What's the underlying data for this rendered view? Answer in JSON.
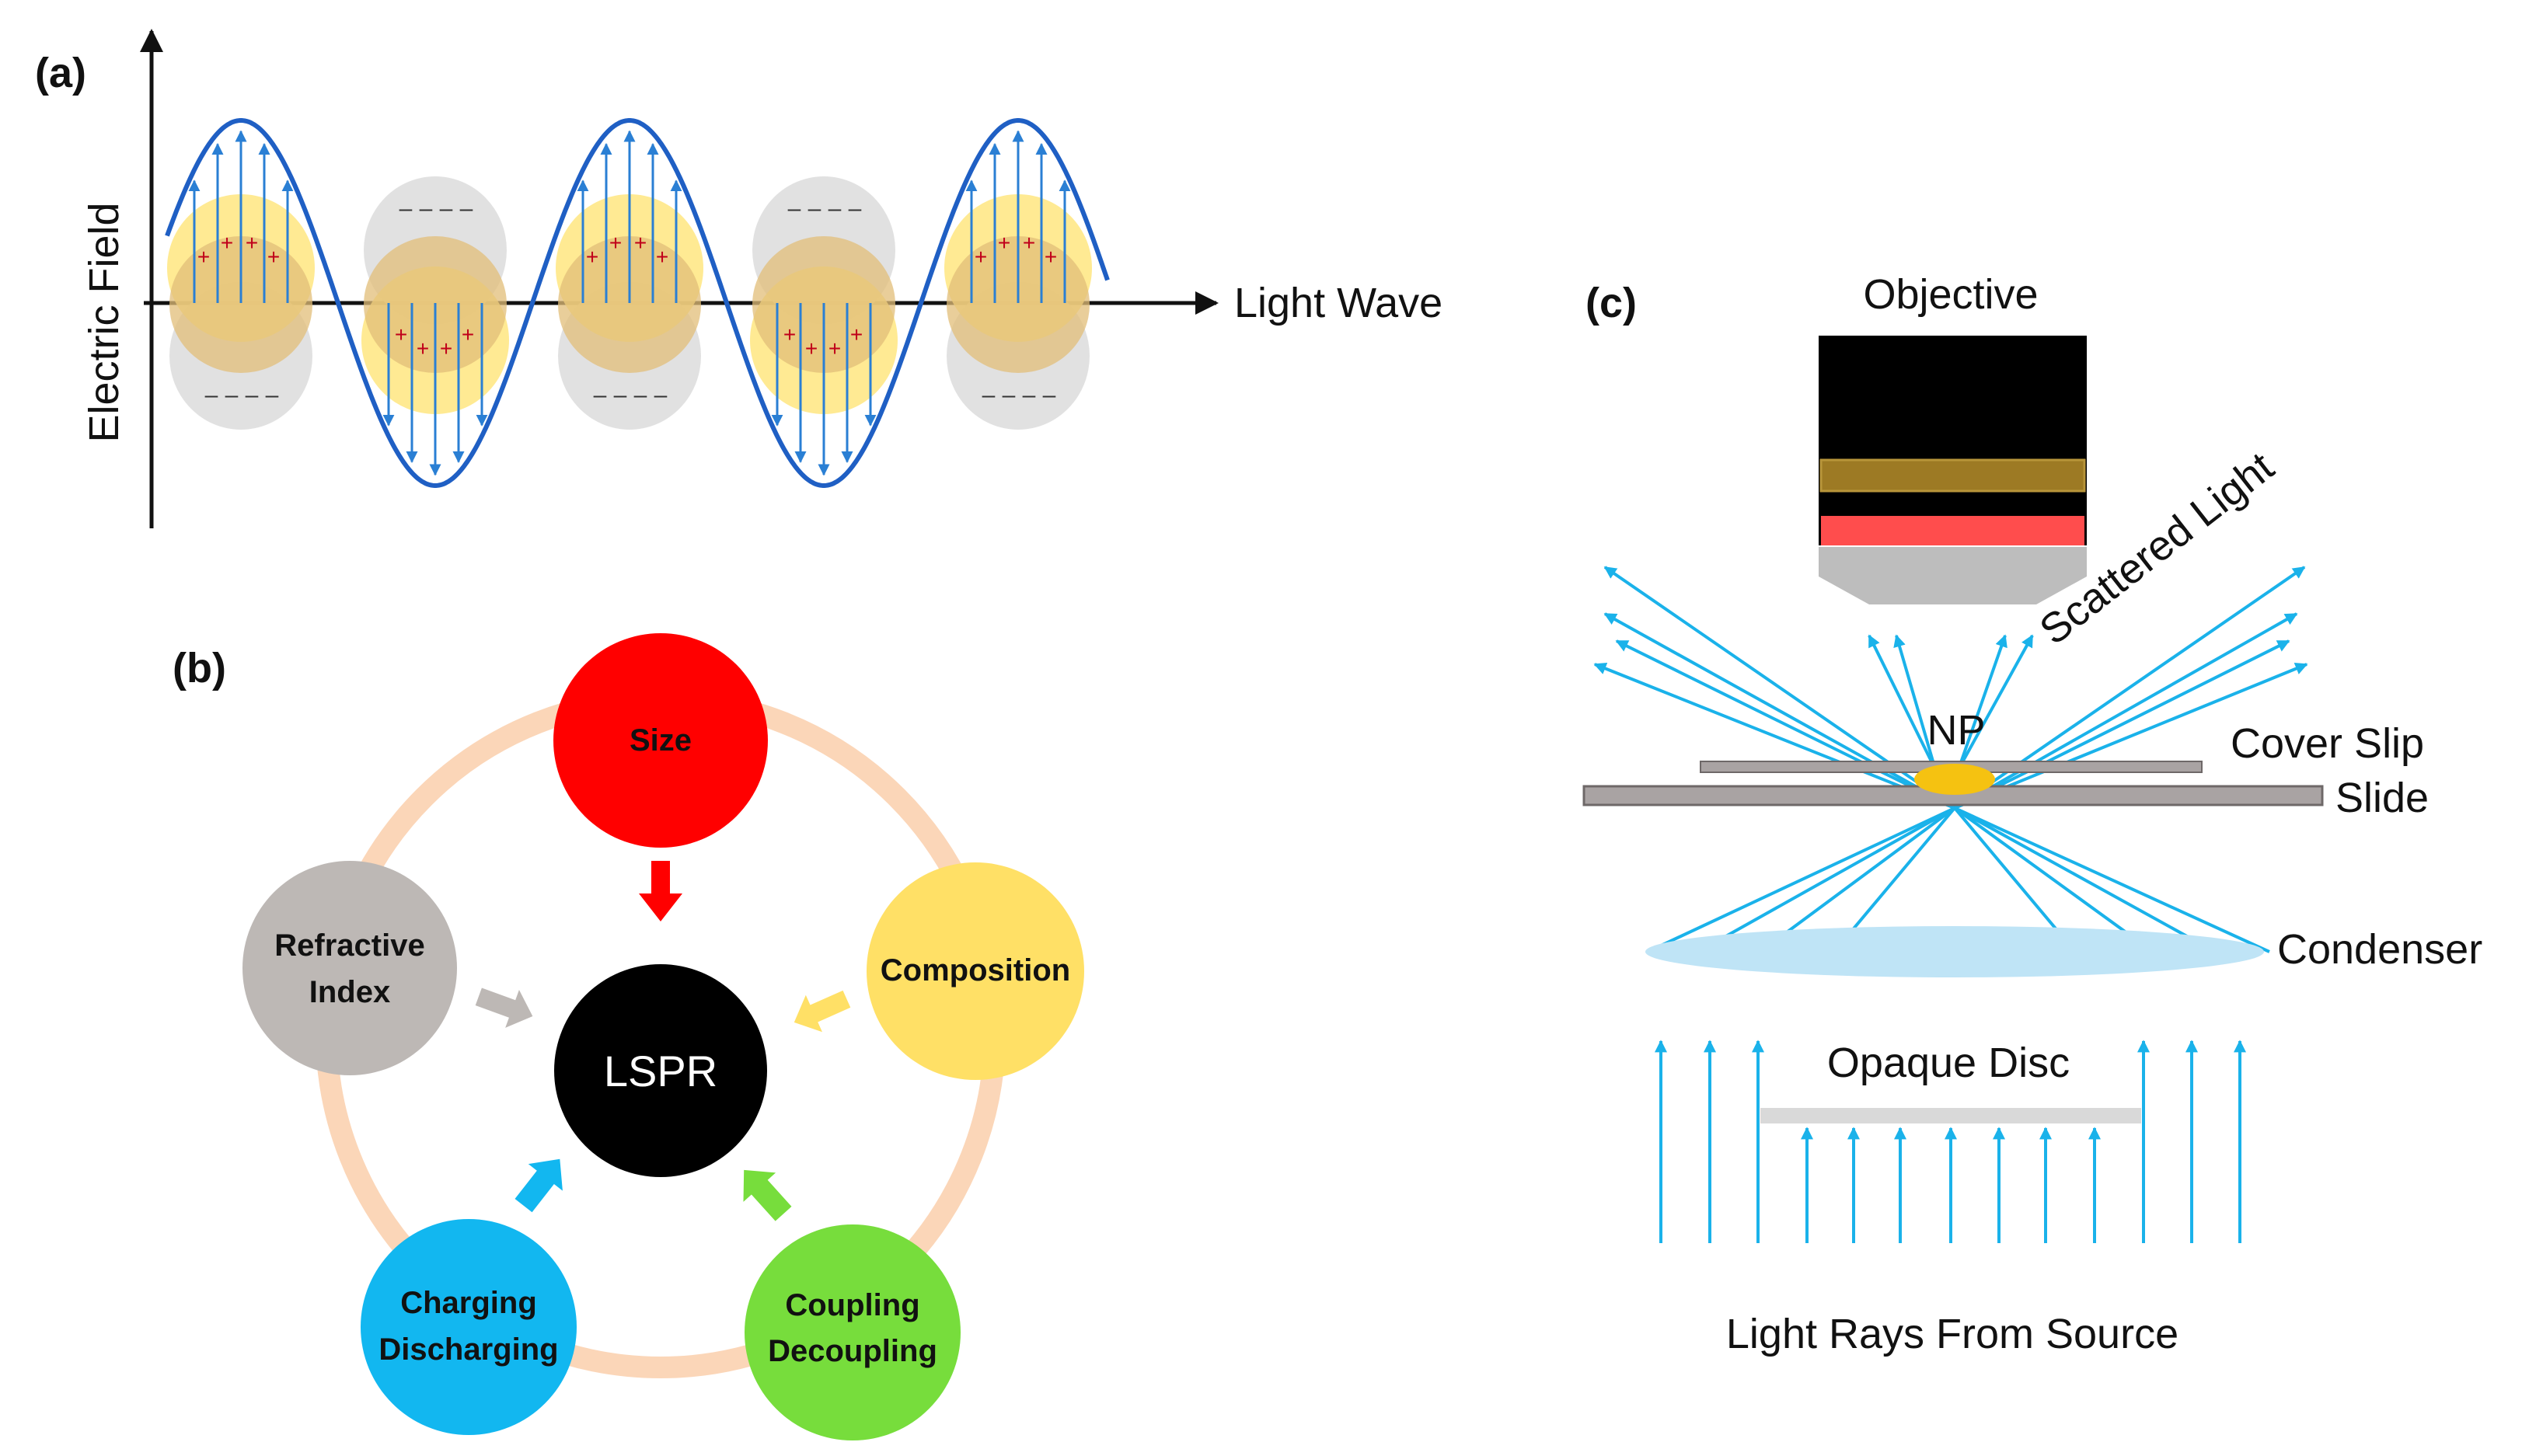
{
  "panel_a": {
    "label": "(a)",
    "y_axis_label": "Electric Field",
    "x_axis_label": "Light Wave",
    "plus_sign": "+",
    "minus_sign": "–"
  },
  "panel_b": {
    "label": "(b)",
    "center": {
      "label": "LSPR",
      "color": "#000000"
    },
    "ring_color": "#fbd6b8",
    "factors": [
      {
        "id": "size",
        "lines": [
          "Size"
        ],
        "color": "#ff0000"
      },
      {
        "id": "composition",
        "lines": [
          "Composition"
        ],
        "color": "#ffe066"
      },
      {
        "id": "coupling",
        "lines": [
          "Coupling",
          "Decoupling"
        ],
        "color": "#77dd3c"
      },
      {
        "id": "charging",
        "lines": [
          "Charging",
          "Discharging"
        ],
        "color": "#12b7f0"
      },
      {
        "id": "refractive",
        "lines": [
          "Refractive",
          "Index"
        ],
        "color": "#bdb8b5"
      }
    ]
  },
  "panel_c": {
    "label": "(c)",
    "objective": "Objective",
    "scattered_light": "Scattered Light",
    "np": "NP",
    "cover_slip": "Cover Slip",
    "slide": "Slide",
    "condenser": "Condenser",
    "opaque_disc": "Opaque Disc",
    "light_source": "Light Rays From Source",
    "ray_color": "#1ab2ea"
  }
}
